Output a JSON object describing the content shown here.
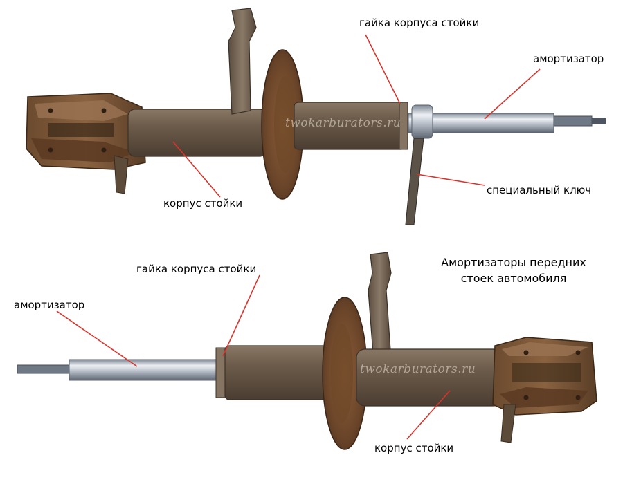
{
  "labels": {
    "top_nut": "гайка корпуса стойки",
    "top_shock": "амортизатор",
    "top_body": "корпус стойки",
    "top_wrench": "специальный ключ",
    "bottom_nut": "гайка корпуса стойки",
    "bottom_shock": "амортизатор",
    "bottom_body": "корпус стойки"
  },
  "title": {
    "line1": "Амортизаторы передних",
    "line2": "стоек автомобиля"
  },
  "watermark": "twokarburators.ru",
  "colors": {
    "leader_line": "#d9332b",
    "rust": "#7a5a3e",
    "chrome": "#c8ccd2",
    "background": "#ffffff"
  }
}
